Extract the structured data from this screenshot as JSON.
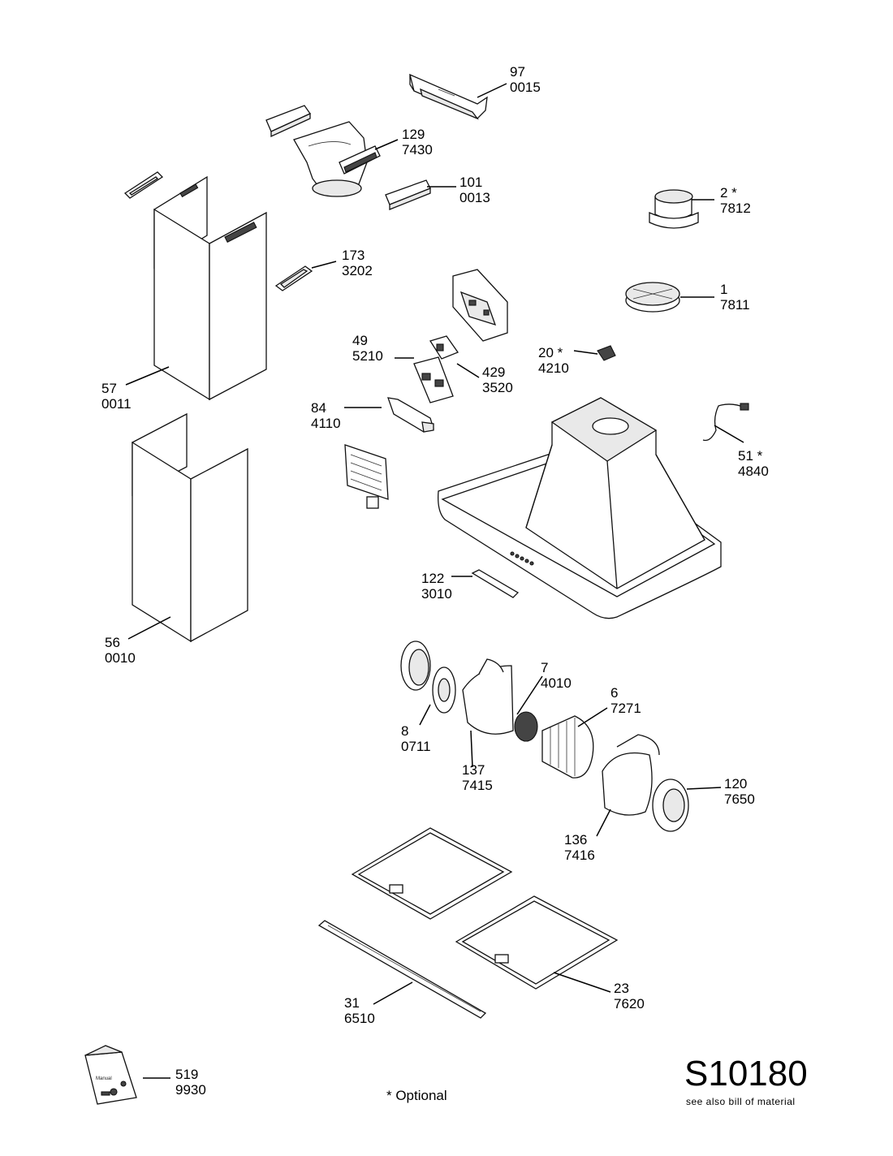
{
  "parts": [
    {
      "num": "97",
      "code": "0015"
    },
    {
      "num": "129",
      "code": "7430"
    },
    {
      "num": "101",
      "code": "0013"
    },
    {
      "num": "2 *",
      "code": "7812"
    },
    {
      "num": "173",
      "code": "3202"
    },
    {
      "num": "1",
      "code": "7811"
    },
    {
      "num": "49",
      "code": "5210"
    },
    {
      "num": "429",
      "code": "3520"
    },
    {
      "num": "20 *",
      "code": "4210"
    },
    {
      "num": "57",
      "code": "0011"
    },
    {
      "num": "84",
      "code": "4110"
    },
    {
      "num": "51 *",
      "code": "4840"
    },
    {
      "num": "122",
      "code": "3010"
    },
    {
      "num": "56",
      "code": "0010"
    },
    {
      "num": "7",
      "code": "4010"
    },
    {
      "num": "6",
      "code": "7271"
    },
    {
      "num": "8",
      "code": "0711"
    },
    {
      "num": "137",
      "code": "7415"
    },
    {
      "num": "120",
      "code": "7650"
    },
    {
      "num": "136",
      "code": "7416"
    },
    {
      "num": "23",
      "code": "7620"
    },
    {
      "num": "31",
      "code": "6510"
    },
    {
      "num": "519",
      "code": "9930"
    }
  ],
  "legend": {
    "optional_note": "* Optional"
  },
  "document": {
    "id": "S10180",
    "note": "see also bill of material"
  },
  "bag_label": "Manual"
}
